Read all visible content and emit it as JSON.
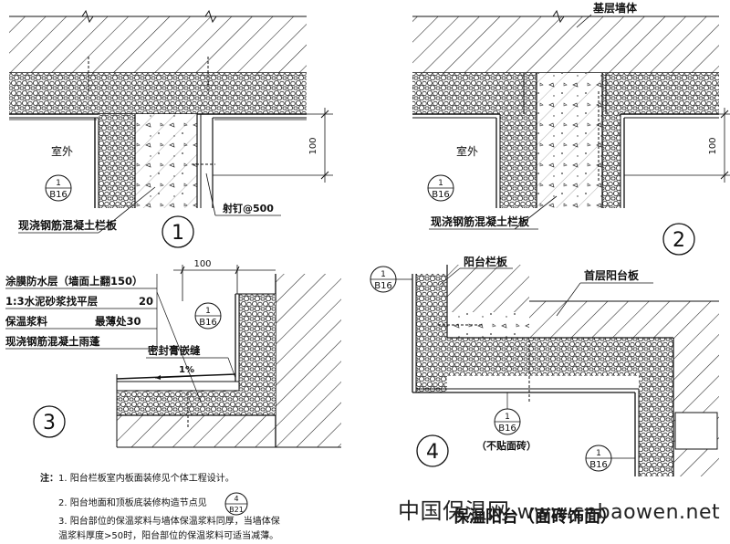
{
  "labels": {
    "base_wall": "基层墙体",
    "outside_1": "室外",
    "outside_2": "室外",
    "parapet_1": "现浇钢筋混凝土栏板",
    "parapet_2": "现浇钢筋混凝土栏板",
    "nail": "射钉@500",
    "balcony_parapet": "阳台栏板",
    "first_floor_slab": "首层阳台板",
    "sealant": "密封膏嵌缝",
    "slope": "1%",
    "no_tile": "（不贴面砖）"
  },
  "dimensions": {
    "d1": "100",
    "d2": "100",
    "d3": "100"
  },
  "detail_numbers": {
    "n1": "1",
    "n2": "2",
    "n3": "3",
    "n4": "4"
  },
  "refs": {
    "r1": {
      "top": "1",
      "bottom": "B16"
    },
    "r2": {
      "top": "1",
      "bottom": "B16"
    },
    "r3": {
      "top": "1",
      "bottom": "B16"
    },
    "r4": {
      "top": "1",
      "bottom": "B16"
    },
    "r5": {
      "top": "1",
      "bottom": "B16"
    },
    "r6": {
      "top": "1",
      "bottom": "B16"
    },
    "r_note": {
      "top": "4",
      "bottom": "B21"
    }
  },
  "layers": [
    {
      "name": "涂膜防水层（墙面上翻150）",
      "value": ""
    },
    {
      "name": "1:3水泥砂浆找平层",
      "value": "20"
    },
    {
      "name": "保温浆料",
      "value": "最薄处30"
    },
    {
      "name": "现浇钢筋混凝土雨蓬",
      "value": ""
    }
  ],
  "notes": {
    "title": "注：",
    "n1": "1. 阳台栏板室内板面装修见个体工程设计。",
    "n2": "2. 阳台地面和顶板底装修构造节点见",
    "n3a": "3. 阳台部位的保温浆料与墙体保温浆料同厚，当墙体保",
    "n3b": "温浆料厚度>50时，阳台部位的保温浆料可适当减薄。"
  },
  "caption": "保温阳台（面砖饰面）",
  "watermark": {
    "cn": "中国保温网",
    "url": "www.cnbaowen.net"
  }
}
